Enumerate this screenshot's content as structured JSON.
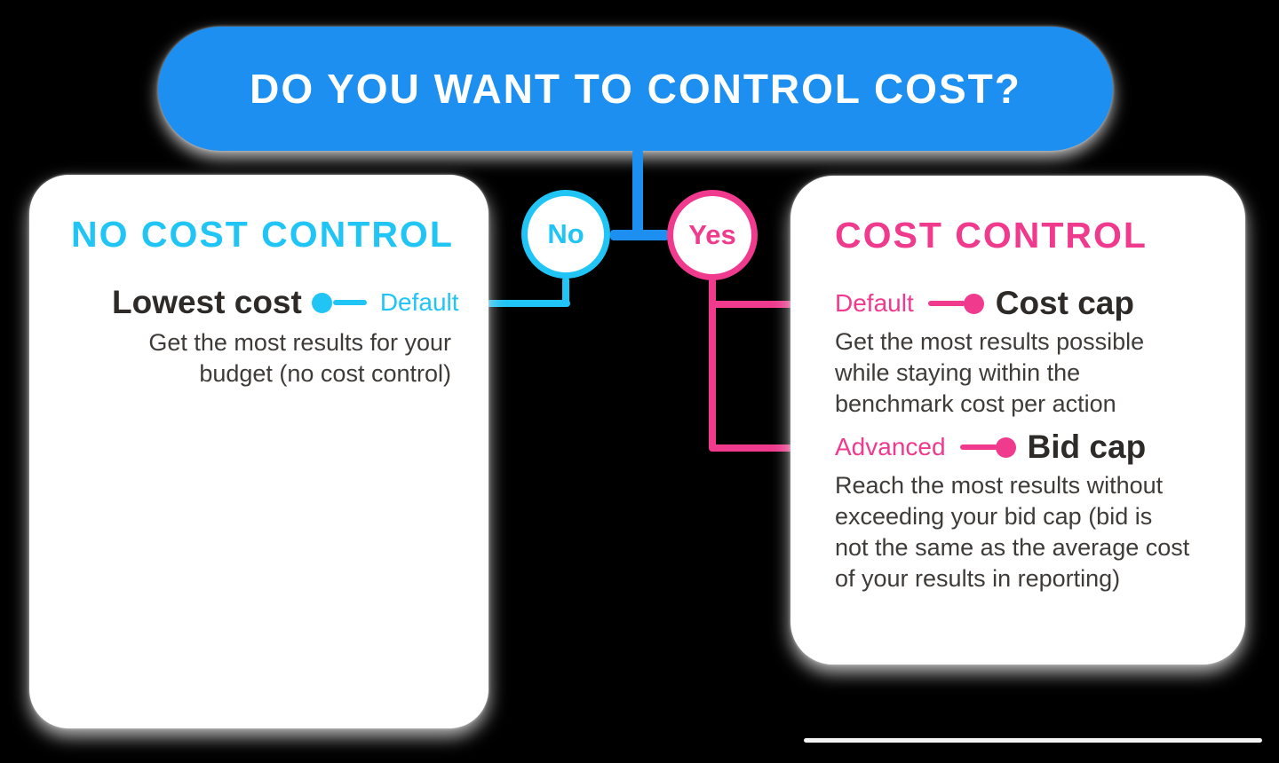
{
  "colors": {
    "blue": "#1d8ff0",
    "cyan": "#20c5f6",
    "pink": "#ef3a8e",
    "name_text": "#2d2a27",
    "description_text": "#3e3b39"
  },
  "decision": {
    "question": "DO YOU WANT TO CONTROL COST?",
    "no_label": "No",
    "yes_label": "Yes"
  },
  "no_card": {
    "title": "NO COST CONTROL",
    "option_name": "Lowest cost",
    "option_tag": "Default",
    "option_description": "Get the most results for your\nbudget (no cost control)"
  },
  "yes_card": {
    "title": "COST CONTROL",
    "options": [
      {
        "tag": "Default",
        "name": "Cost cap",
        "description": "Get the most results possible\nwhile staying within the\nbenchmark cost per action"
      },
      {
        "tag": "Advanced",
        "name": "Bid cap",
        "description": "Reach the most results without\nexceeding your bid cap (bid is\nnot the same as the average cost\nof your results in reporting)"
      }
    ]
  }
}
